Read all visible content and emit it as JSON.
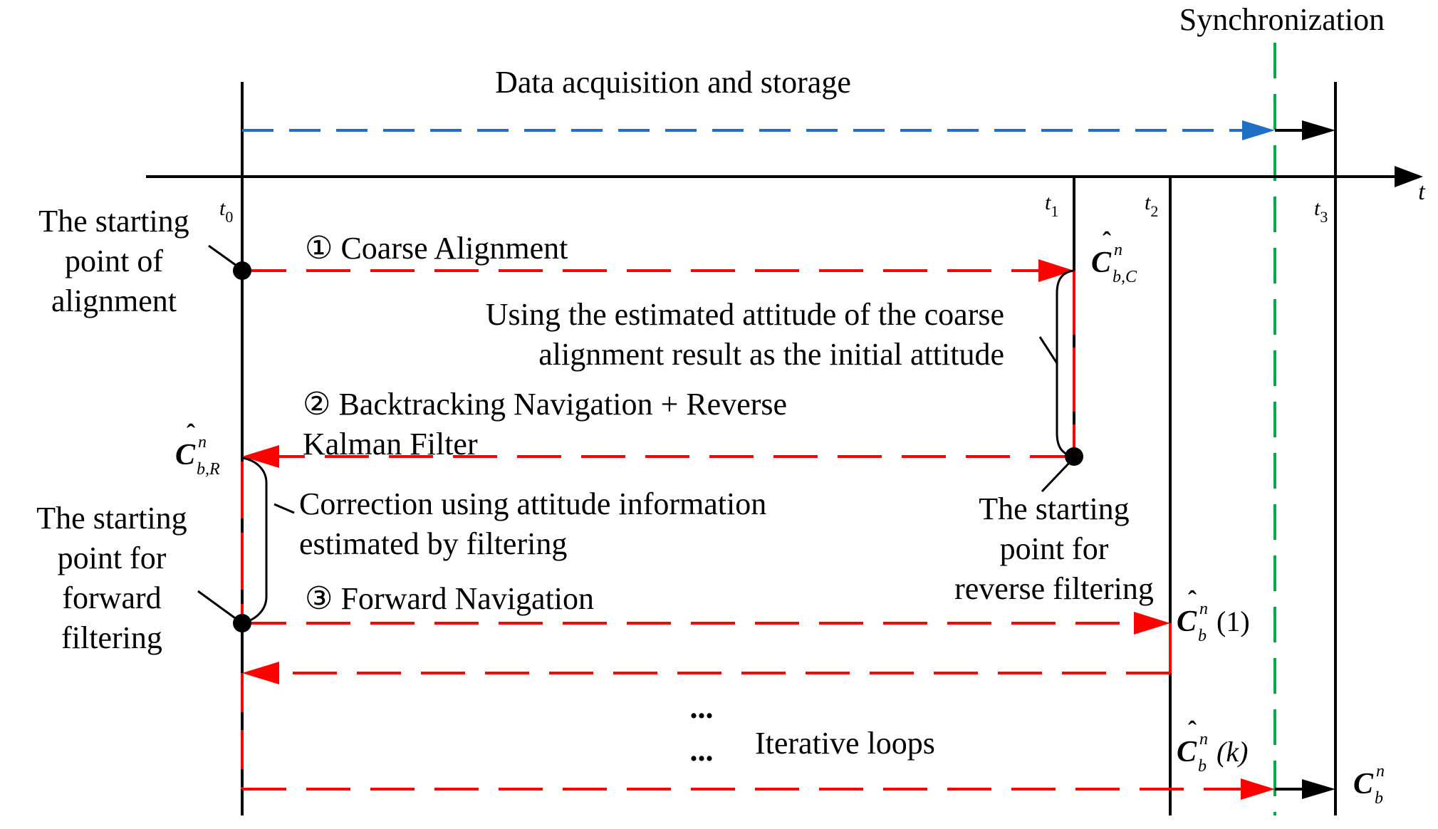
{
  "colors": {
    "black": "#000000",
    "red": "#ff0000",
    "blue": "#1f6fc5",
    "green": "#00aa44"
  },
  "labels": {
    "synchronization": "Synchronization",
    "data_acquisition": "Data acquisition and storage",
    "axis_t": "t",
    "start_alignment_1": "The starting",
    "start_alignment_2": "point of",
    "start_alignment_3": "alignment",
    "coarse_alignment": "① Coarse Alignment",
    "using_estimated_1": "Using the estimated attitude of the coarse",
    "using_estimated_2": "alignment result as the initial attitude",
    "backtracking_1": "② Backtracking Navigation + Reverse",
    "backtracking_2": "Kalman Filter",
    "correction_1": "Correction using attitude information",
    "correction_2": "estimated by filtering",
    "start_forward_1": "The starting",
    "start_forward_2": "point for",
    "start_forward_3": "forward",
    "start_forward_4": "filtering",
    "start_reverse_1": "The starting",
    "start_reverse_2": "point for",
    "start_reverse_3": "reverse filtering",
    "forward_navigation": "③ Forward Navigation",
    "dots_1": "...",
    "dots_2": "...",
    "iterative_loops": "Iterative loops"
  },
  "time_marks": {
    "t0": {
      "base": "t",
      "sub": "0"
    },
    "t1": {
      "base": "t",
      "sub": "1"
    },
    "t2": {
      "base": "t",
      "sub": "2"
    },
    "t3": {
      "base": "t",
      "sub": "3"
    }
  },
  "matrices": {
    "c_bc": {
      "base": "C",
      "sup": "n",
      "sub": "b,C",
      "hat": "ˆ",
      "arg": ""
    },
    "c_br": {
      "base": "C",
      "sup": "n",
      "sub": "b,R",
      "hat": "ˆ",
      "arg": ""
    },
    "c_b1": {
      "base": "C",
      "sup": "n",
      "sub": "b",
      "hat": "ˆ",
      "arg": "(1)"
    },
    "c_bk": {
      "base": "C",
      "sup": "n",
      "sub": "b",
      "hat": "ˆ",
      "arg": "(k)"
    },
    "c_b": {
      "base": "C",
      "sup": "n",
      "sub": "b",
      "hat": "",
      "arg": ""
    }
  }
}
